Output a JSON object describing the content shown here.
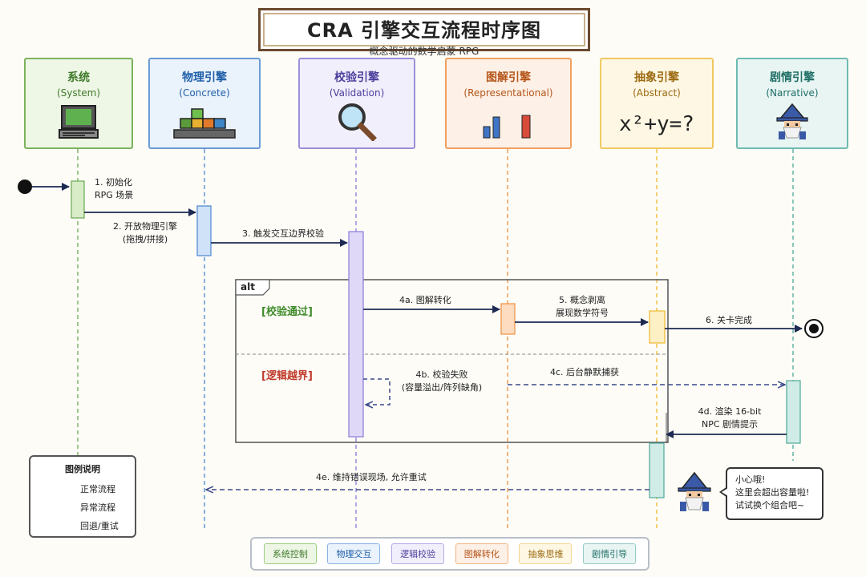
{
  "header": {
    "title": "CRA 引擎交互流程时序图",
    "subtitle": "概念驱动的数学启蒙 RPG"
  },
  "participants": [
    {
      "id": "system",
      "name": "系统",
      "en": "(System)",
      "color": "#3f7a2a",
      "border": "#7bb35c",
      "bg": "#eef6e6",
      "icon": "computer-icon"
    },
    {
      "id": "physics",
      "name": "物理引擎",
      "en": "(Concrete)",
      "color": "#1f5fa8",
      "border": "#6a9bd6",
      "bg": "#eaf2fb",
      "icon": "blocks-icon"
    },
    {
      "id": "validation",
      "name": "校验引擎",
      "en": "(Validation)",
      "color": "#4b3f9c",
      "border": "#9b8fd8",
      "bg": "#f2effc",
      "icon": "magnifier-icon"
    },
    {
      "id": "graphic",
      "name": "图解引擎",
      "en": "(Representational)",
      "color": "#b5561a",
      "border": "#f0a060",
      "bg": "#fdf0e6",
      "icon": "bar-chart-icon"
    },
    {
      "id": "abstract",
      "name": "抽象引擎",
      "en": "(Abstract)",
      "color": "#9c6a10",
      "border": "#f0c860",
      "bg": "#fdf7e4",
      "icon": "equation-icon",
      "formula": "x²+y=?"
    },
    {
      "id": "narrative",
      "name": "剧情引擎",
      "en": "(Narrative)",
      "color": "#1f6f66",
      "border": "#6fbab0",
      "bg": "#e8f5f3",
      "icon": "wizard-icon"
    }
  ],
  "messages": {
    "m1": "1. 初始化\nRPG 场景",
    "m2": "2. 开放物理引擎\n(拖拽/拼接)",
    "m3": "3. 触发交互边界校验",
    "m4a": "4a. 图解转化",
    "m5": "5. 概念剥离\n展现数学符号",
    "m6": "6. 关卡完成",
    "m4b": "4b. 校验失败\n(容量溢出/阵列缺角)",
    "m4c": "4c. 后台静默捕获",
    "m4d": "4d. 渲染 16-bit\nNPC 剧情提示",
    "m4e": "4e. 维持错误现场, 允许重试"
  },
  "fragment": {
    "label": "alt",
    "guard_pass": "[校验通过]",
    "guard_fail": "[逻辑越界]"
  },
  "legend": {
    "title": "图例说明",
    "normal": "正常流程",
    "abnormal": "异常流程",
    "retry": "回退/重试"
  },
  "npc_bubble": [
    "小心哦!",
    "这里会超出容量啦!",
    "试试换个组合吧~"
  ],
  "categories": [
    {
      "label": "系统控制",
      "color": "#3f7a2a",
      "border": "#9ccc80",
      "bg": "#eef6e6"
    },
    {
      "label": "物理交互",
      "color": "#1f5fa8",
      "border": "#8ab3e2",
      "bg": "#eaf2fb"
    },
    {
      "label": "逻辑校验",
      "color": "#4b3f9c",
      "border": "#b3a9e6",
      "bg": "#f2effc"
    },
    {
      "label": "图解转化",
      "color": "#b5561a",
      "border": "#f2b583",
      "bg": "#fdf0e6"
    },
    {
      "label": "抽象思维",
      "color": "#9c6a10",
      "border": "#f2d690",
      "bg": "#fdf7e4"
    },
    {
      "label": "剧情引导",
      "color": "#1f6f66",
      "border": "#94cbc3",
      "bg": "#e8f5f3"
    }
  ]
}
